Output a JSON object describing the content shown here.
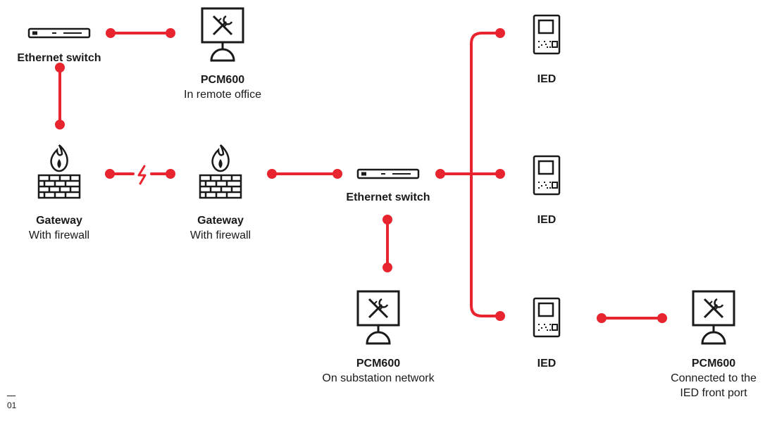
{
  "colors": {
    "link": "#e8242e",
    "icon": "#1a1a1a",
    "background": "#ffffff"
  },
  "nodes": {
    "switch_top": {
      "title": "Ethernet switch",
      "icon": "ethernet-switch-icon"
    },
    "pcm_remote": {
      "title": "PCM600",
      "subtitle": "In remote office",
      "icon": "pcm600-monitor-icon"
    },
    "gateway_left": {
      "title": "Gateway",
      "subtitle": "With firewall",
      "icon": "firewall-icon"
    },
    "gateway_mid": {
      "title": "Gateway",
      "subtitle": "With firewall",
      "icon": "firewall-icon"
    },
    "switch_main": {
      "title": "Ethernet switch",
      "icon": "ethernet-switch-icon"
    },
    "pcm_substation": {
      "title": "PCM600",
      "subtitle": "On substation network",
      "icon": "pcm600-monitor-icon"
    },
    "ied_top": {
      "title": "IED",
      "icon": "ied-device-icon"
    },
    "ied_mid": {
      "title": "IED",
      "icon": "ied-device-icon"
    },
    "ied_bottom": {
      "title": "IED",
      "icon": "ied-device-icon"
    },
    "pcm_front": {
      "title": "PCM600",
      "subtitle_line1": "Connected to the",
      "subtitle_line2": "IED front port",
      "icon": "pcm600-monitor-icon"
    }
  },
  "links": [
    {
      "from": "switch_top",
      "to": "pcm_remote"
    },
    {
      "from": "switch_top",
      "to": "gateway_left"
    },
    {
      "from": "gateway_left",
      "to": "gateway_mid",
      "style": "lightning"
    },
    {
      "from": "gateway_mid",
      "to": "switch_main"
    },
    {
      "from": "switch_main",
      "to": "pcm_substation"
    },
    {
      "from": "switch_main",
      "to": "ied_top"
    },
    {
      "from": "switch_main",
      "to": "ied_mid"
    },
    {
      "from": "switch_main",
      "to": "ied_bottom"
    },
    {
      "from": "ied_bottom",
      "to": "pcm_front"
    }
  ],
  "figure_number": "01"
}
